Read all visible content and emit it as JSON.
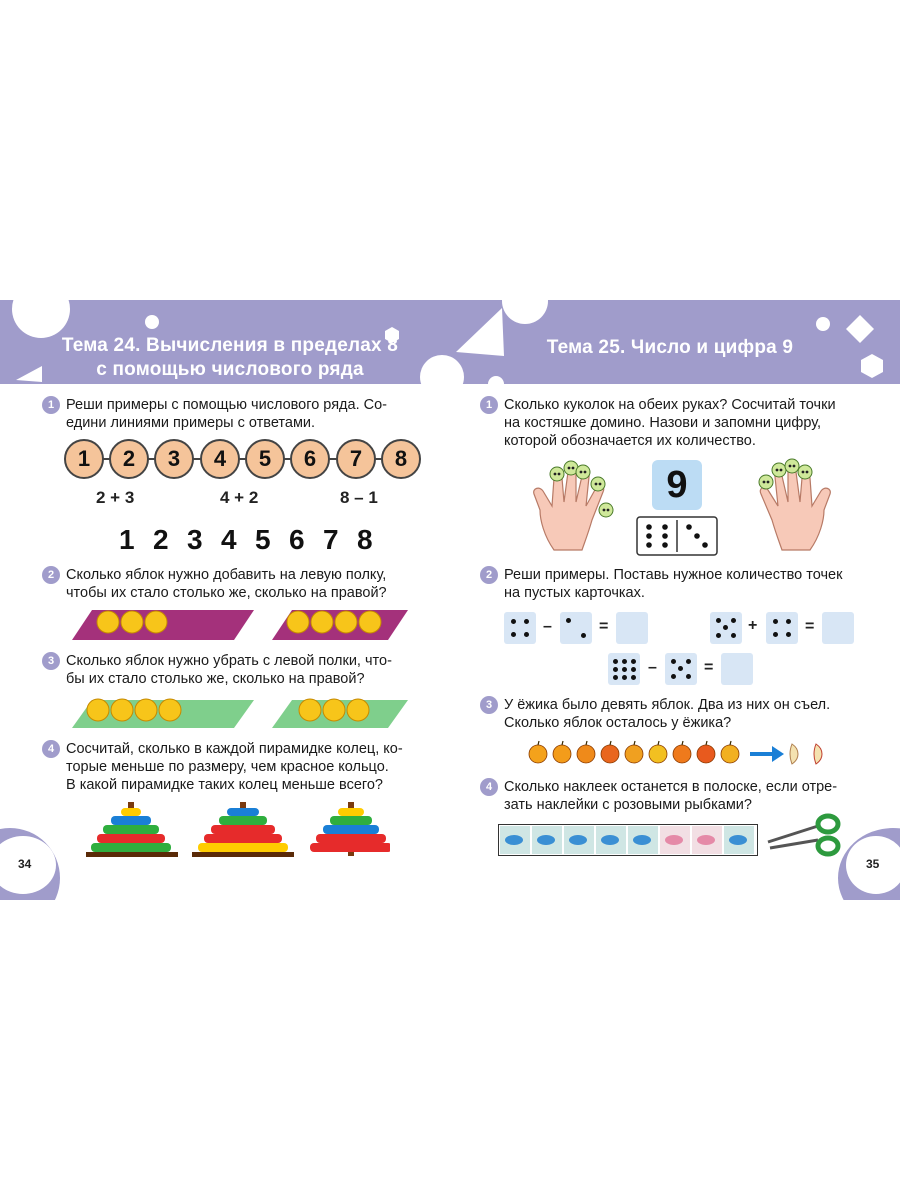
{
  "left": {
    "title_line1": "Тема 24. Вычисления в пределах 8",
    "title_line2": "с помощью числового ряда",
    "page_number": "34",
    "tasks": [
      {
        "n": "1",
        "lines": [
          "Реши примеры с помощью числового ряда. Со-",
          "едини линиями примеры с ответами."
        ]
      },
      {
        "n": "2",
        "lines": [
          "Сколько яблок нужно добавить на левую полку,",
          "чтобы их стало столько же, сколько на правой?"
        ]
      },
      {
        "n": "3",
        "lines": [
          "Сколько яблок нужно убрать с левой полки, что-",
          "бы их стало столько же, сколько на правой?"
        ]
      },
      {
        "n": "4",
        "lines": [
          "Сосчитай, сколько в каждой пирамидке колец, ко-",
          "торые меньше по размеру, чем красное кольцо.",
          "В какой пирамидке таких колец меньше всего?"
        ]
      }
    ],
    "number_line": [
      "1",
      "2",
      "3",
      "4",
      "5",
      "6",
      "7",
      "8"
    ],
    "expressions": [
      "2 + 3",
      "4 + 2",
      "8 – 1"
    ],
    "answers": [
      "1",
      "2",
      "3",
      "4",
      "5",
      "6",
      "7",
      "8"
    ]
  },
  "right": {
    "title": "Тема 25. Число и цифра 9",
    "page_number": "35",
    "tasks": [
      {
        "n": "1",
        "lines": [
          "Сколько куколок на обеих руках? Сосчитай точки",
          "на костяшке домино. Назови и запомни цифру,",
          "которой обозначается их количество."
        ]
      },
      {
        "n": "2",
        "lines": [
          "Реши примеры. Поставь нужное количество точек",
          "на пустых карточках."
        ]
      },
      {
        "n": "3",
        "lines": [
          "У ёжика было девять яблок. Два из них он съел.",
          "Сколько яблок осталось у ёжика?"
        ]
      },
      {
        "n": "4",
        "lines": [
          "Сколько наклеек останется в полоске, если отре-",
          "зать наклейки с розовыми рыбками?"
        ]
      }
    ],
    "digit": "9",
    "minus": "–",
    "plus": "+",
    "equals": "="
  },
  "colors": {
    "accent": "#a09ccb",
    "card": "#d8e6f5",
    "number_line": "#f5c49a"
  }
}
